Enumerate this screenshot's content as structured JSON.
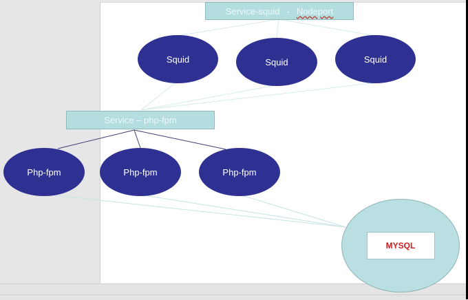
{
  "diagram": {
    "service_squid": {
      "label": "Service-squid",
      "separator": "-",
      "type_label": "Nodeport"
    },
    "squid_nodes": [
      {
        "label": "Squid"
      },
      {
        "label": "Squid"
      },
      {
        "label": "Squid"
      }
    ],
    "service_php": {
      "label": "Service – php-fpm"
    },
    "php_nodes": [
      {
        "label": "Php-fpm"
      },
      {
        "label": "Php-fpm"
      },
      {
        "label": "Php-fpm"
      }
    ],
    "database": {
      "label": "MYSQL"
    },
    "colors": {
      "pod_fill": "#2e3192",
      "service_fill": "#b4dde0",
      "database_fill": "#b9dfe2",
      "database_text": "#cc1f1f",
      "link_light": "#c9e3e6",
      "link_dark": "#3c3f78"
    }
  }
}
